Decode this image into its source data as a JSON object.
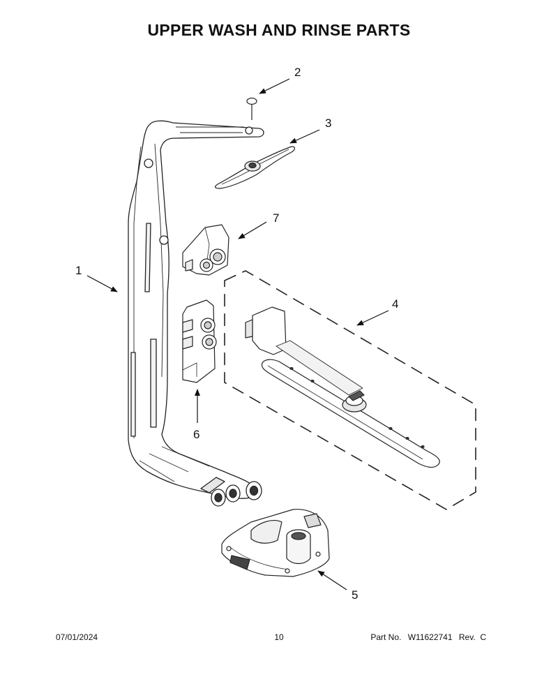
{
  "page": {
    "title": "UPPER WASH AND RINSE PARTS"
  },
  "callouts": [
    {
      "id": "1",
      "label": "1",
      "part": "feed-tube"
    },
    {
      "id": "2",
      "label": "2",
      "part": "spray-arm-cap"
    },
    {
      "id": "3",
      "label": "3",
      "part": "upper-spray-arm"
    },
    {
      "id": "4",
      "label": "4",
      "part": "lower-spray-arm-assembly"
    },
    {
      "id": "5",
      "label": "5",
      "part": "diverter-housing"
    },
    {
      "id": "6",
      "label": "6",
      "part": "manifold-clip-lower"
    },
    {
      "id": "7",
      "label": "7",
      "part": "manifold-clip-upper"
    }
  ],
  "footer": {
    "date": "07/01/2024",
    "page_number": "10",
    "part_label": "Part No.",
    "part_number": "W11622741",
    "revision": "Rev.  C"
  }
}
